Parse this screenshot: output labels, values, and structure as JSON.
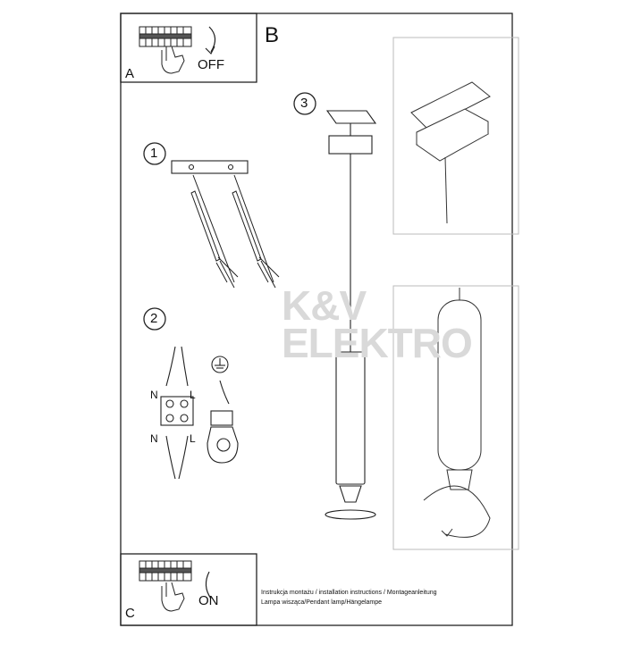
{
  "panel_a": {
    "letter": "A",
    "switch_label": "OFF"
  },
  "panel_b": {
    "letter": "B"
  },
  "panel_c": {
    "letter": "C",
    "switch_label": "ON"
  },
  "steps": {
    "one": "1",
    "two": "2",
    "three": "3"
  },
  "wiring": {
    "n_top": "N",
    "l_top": "L",
    "n_bottom": "N",
    "l_bottom": "L"
  },
  "watermark": {
    "line1": "K&V",
    "line2": "ELEKTRO"
  },
  "footer": {
    "line1": "Instrukcja montażu / installation instructions / Montageanleitung",
    "line2": "Lampa wisząca/Pendant lamp/Hängelampe"
  }
}
